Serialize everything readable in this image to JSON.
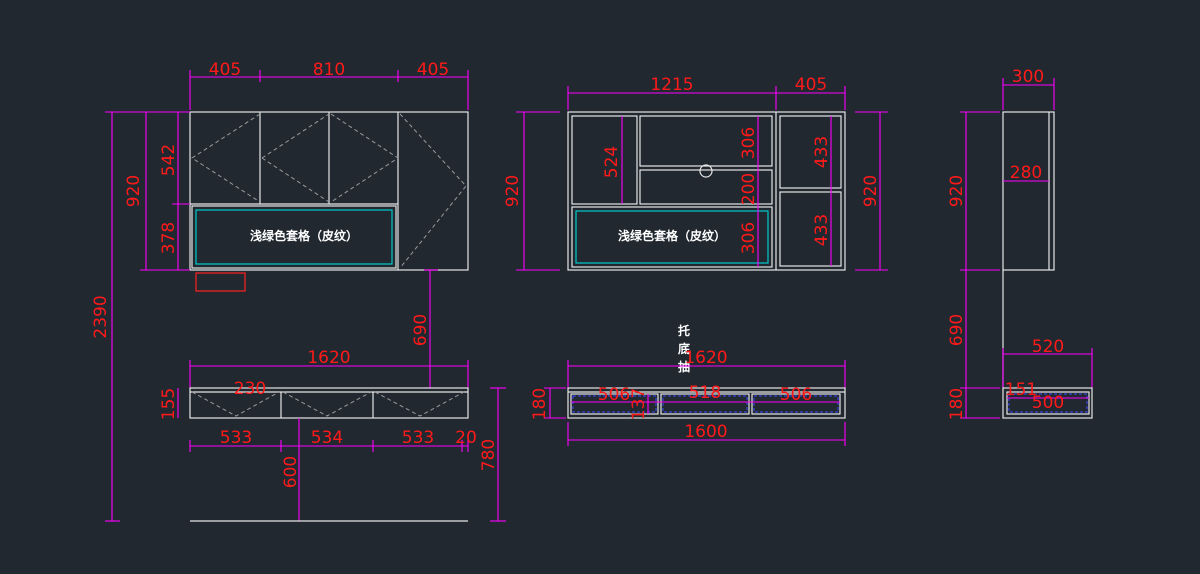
{
  "colors": {
    "background": "#212830",
    "outline": "#e6e6e6",
    "dimension_line": "#ff00ff",
    "dimension_text": "#ff1a1a",
    "panel": "#00cccc"
  },
  "notes": {
    "panel_text": "浅绿色套格（皮纹）",
    "vertical_note": [
      "托",
      "底",
      "抽"
    ]
  },
  "left_view": {
    "top_dims": [
      "405",
      "810",
      "405"
    ],
    "height_920": "920",
    "upper_542": "542",
    "lower_378": "378",
    "total_2390": "2390",
    "gap_690": "690",
    "base_width_1620": "1620",
    "base_height_155": "155",
    "drawer_text": "230",
    "drawer_dims": [
      "533",
      "534",
      "533"
    ],
    "dim_20": "20",
    "leg_600": "600",
    "leg_780": "780"
  },
  "middle_view": {
    "top_dims": [
      "1215",
      "405"
    ],
    "height_920_left": "920",
    "dim_524": "524",
    "dim_306_top": "306",
    "dim_200": "200",
    "dim_306_bottom": "306",
    "dim_433_top": "433",
    "dim_433_bottom": "433",
    "height_920_right": "920",
    "base_width_1620": "1620",
    "base_height_180": "180",
    "drawer_dims": [
      "506",
      "518",
      "506"
    ],
    "dim_137": "137",
    "inner_width_1600": "1600"
  },
  "side_view": {
    "top_300": "300",
    "inner_280": "280",
    "height_920": "920",
    "gap_690": "690",
    "base_520": "520",
    "base_180": "180",
    "dim_151": "151",
    "dim_500": "500"
  }
}
